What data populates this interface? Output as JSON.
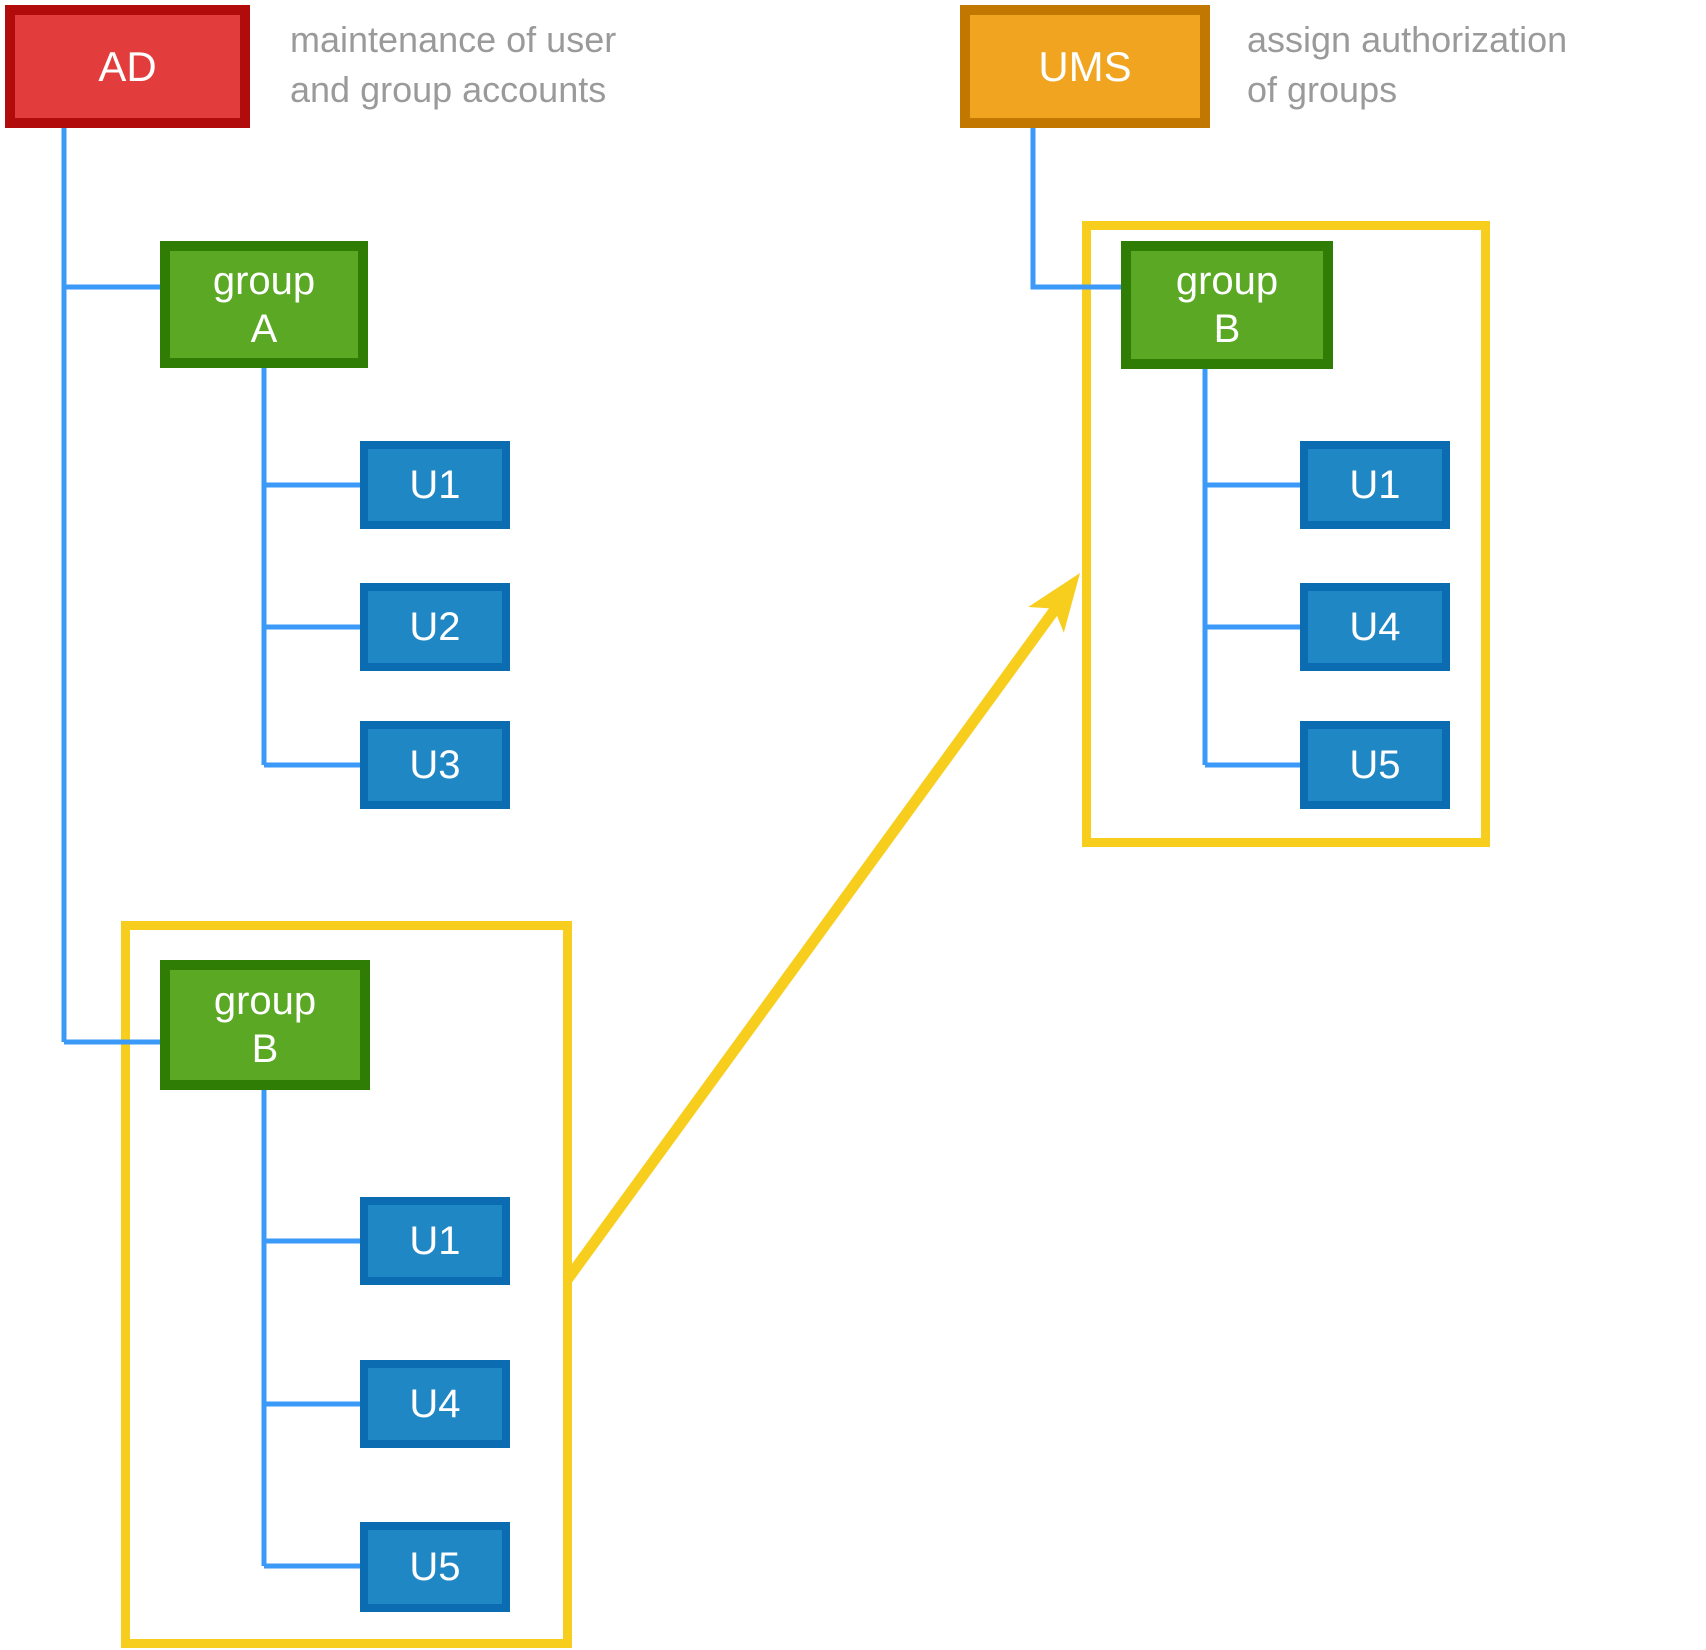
{
  "diagram_title": "",
  "captions": {
    "ad": {
      "line1": "maintenance of user",
      "line2": "and group accounts"
    },
    "ums": {
      "line1": "assign authorization",
      "line2": "of groups"
    }
  },
  "nodes": {
    "ad": "AD",
    "ums": "UMS",
    "group_a": {
      "line1": "group",
      "line2": "A",
      "users": [
        "U1",
        "U2",
        "U3"
      ]
    },
    "group_b_ad": {
      "line1": "group",
      "line2": "B",
      "users": [
        "U1",
        "U4",
        "U5"
      ]
    },
    "group_b_ums": {
      "line1": "group",
      "line2": "B",
      "users": [
        "U1",
        "U4",
        "U5"
      ]
    }
  },
  "colors": {
    "yellow": "#F8CE1E",
    "blue-line": "#3B9AF8",
    "red-fill": "#E23C3C",
    "red-border": "#B10B0B",
    "orange-fill": "#F1A41F",
    "orange-border": "#C17700",
    "green-fill": "#5AA823",
    "green-border": "#2F7D04",
    "ublue-fill": "#1F87C3",
    "ublue-border": "#0B6CB2",
    "caption-gray": "#9A9A9A"
  }
}
